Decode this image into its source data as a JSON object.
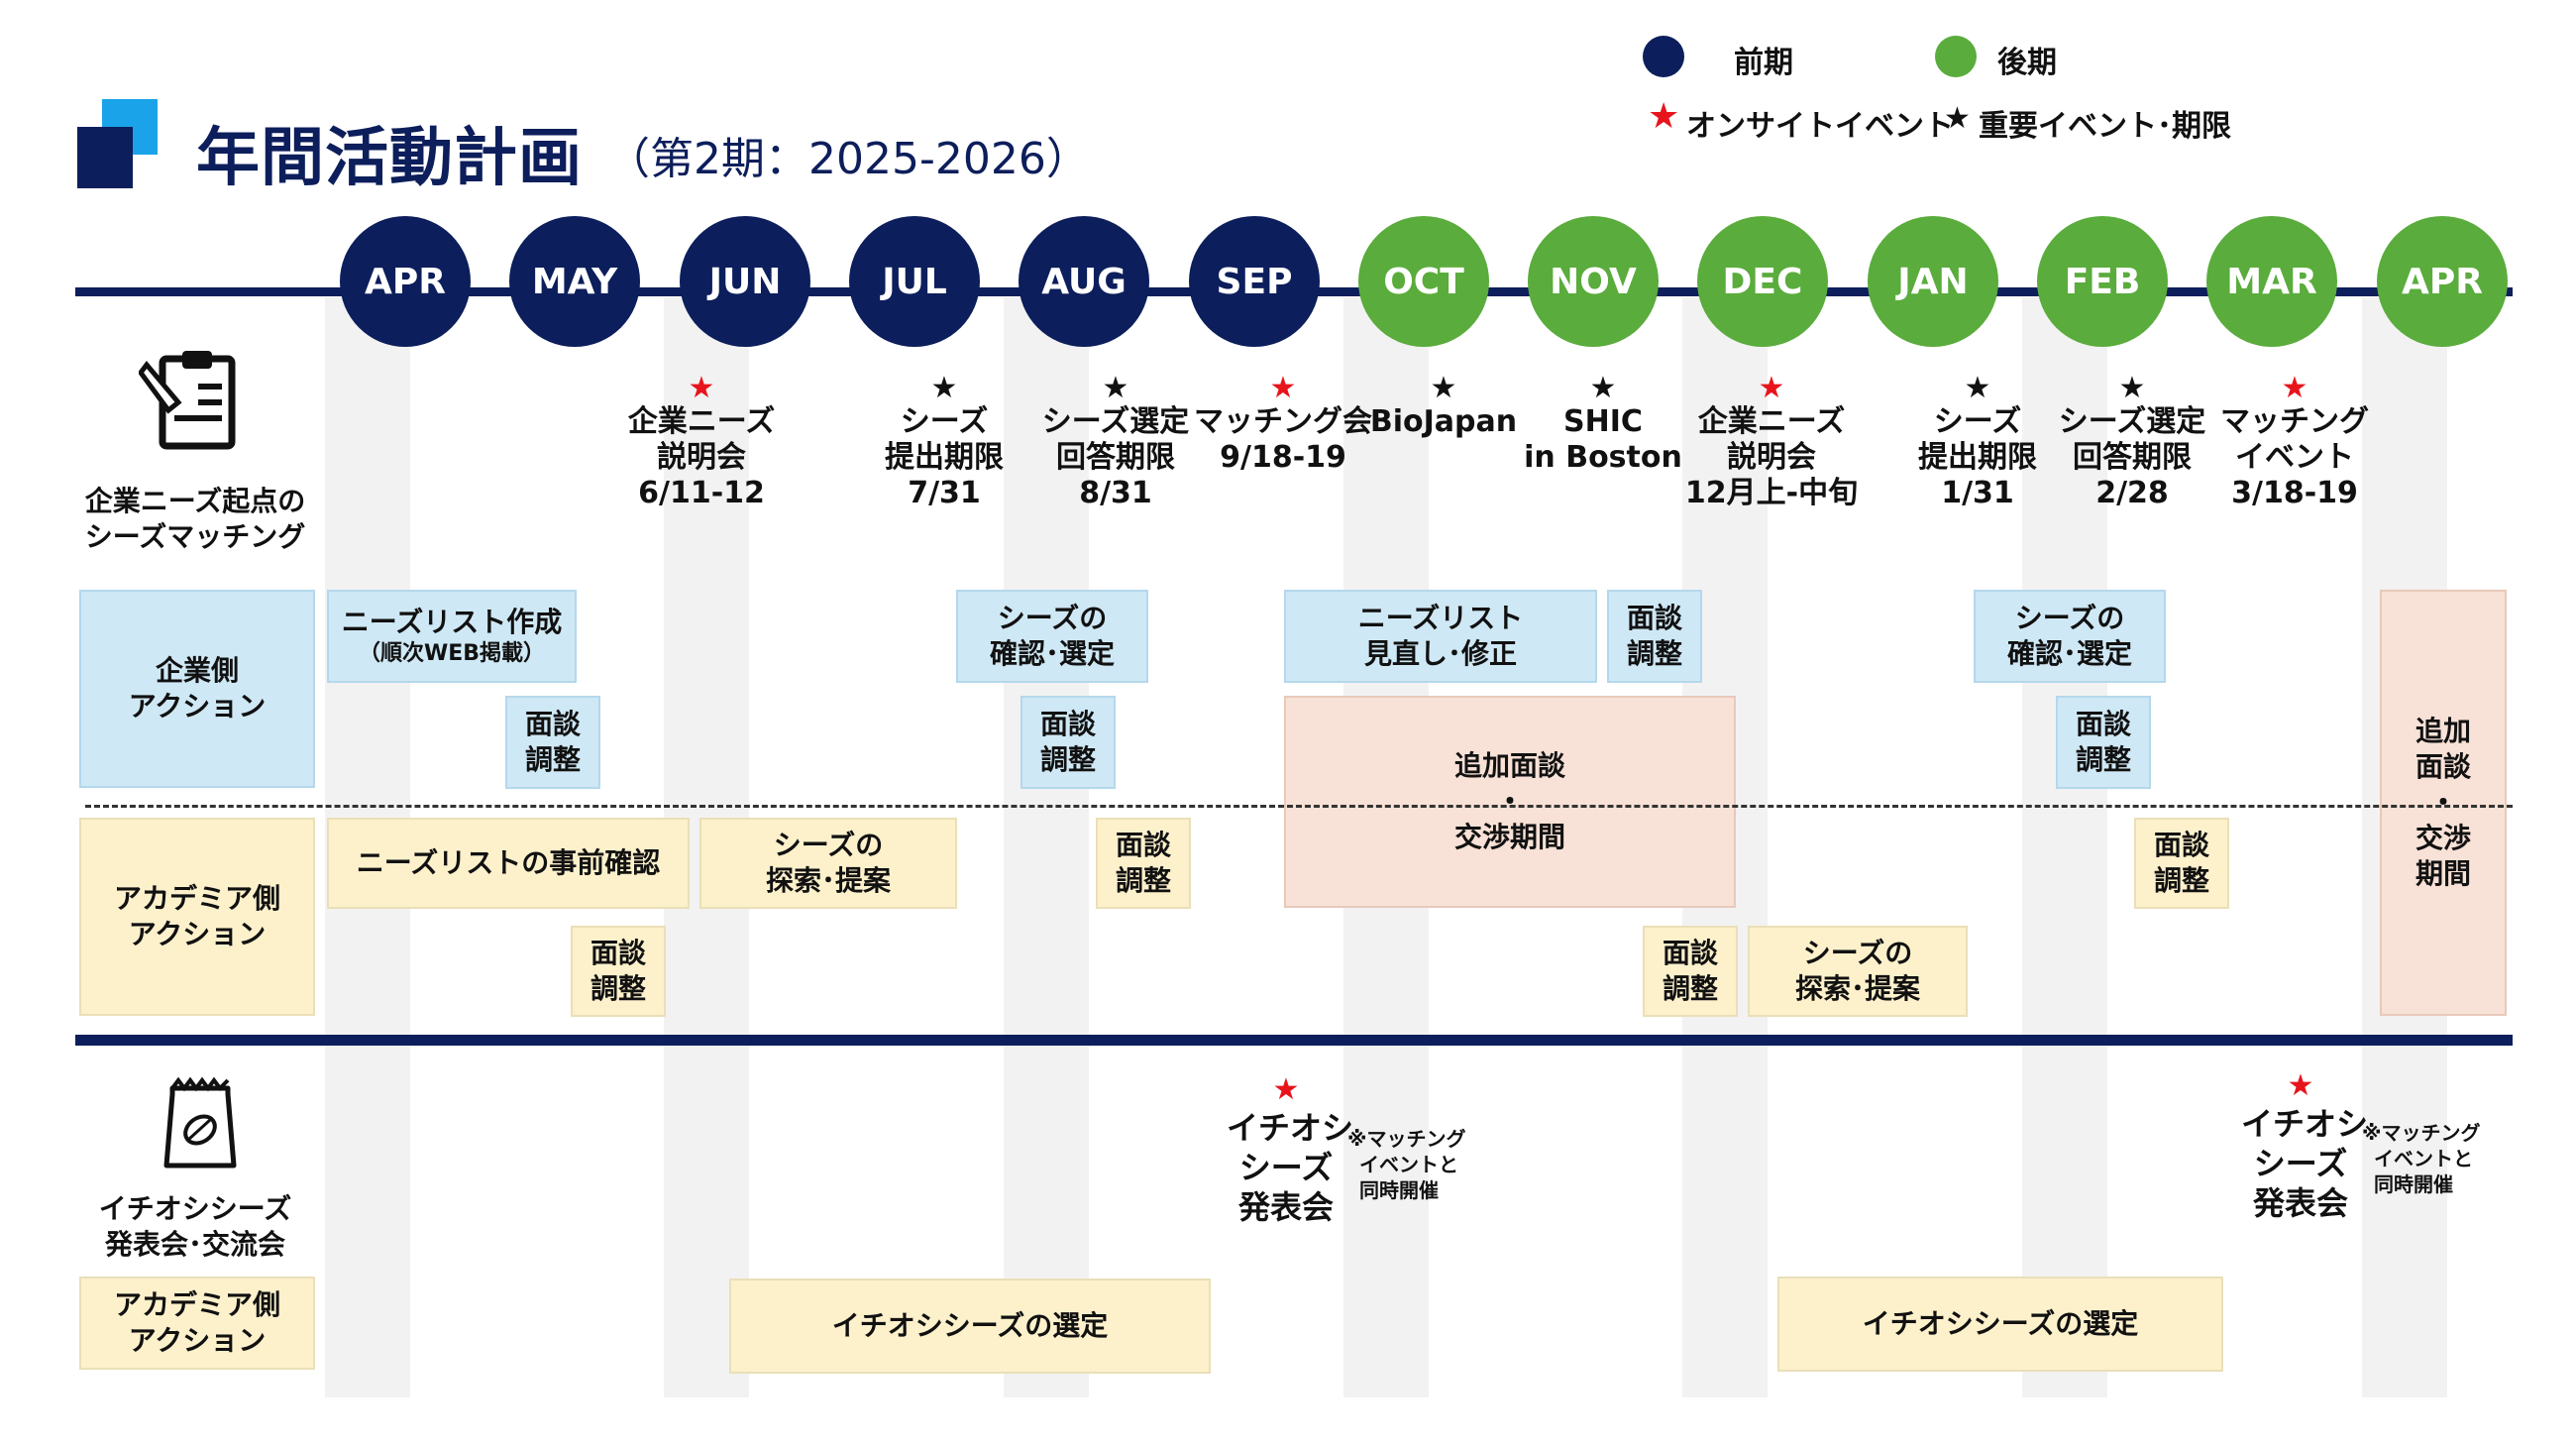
{
  "header": {
    "title": "年間活動計画",
    "subtitle": "（第2期：2025-2026）"
  },
  "legend": {
    "first_half": "前期",
    "second_half": "後期",
    "first_half_color": "#0c1e5b",
    "second_half_color": "#5aac3c",
    "onsite_event": "オンサイトイベント",
    "key_event": "重要イベント･期限",
    "onsite_star_color": "#e8141c"
  },
  "months": [
    "APR",
    "MAY",
    "JUN",
    "JUL",
    "AUG",
    "SEP",
    "OCT",
    "NOV",
    "DEC",
    "JAN",
    "FEB",
    "MAR",
    "APR"
  ],
  "events": [
    {
      "star": "red",
      "lines": [
        "企業ニーズ",
        "説明会",
        "6/11-12"
      ]
    },
    {
      "star": "black",
      "lines": [
        "シーズ",
        "提出期限",
        "7/31"
      ]
    },
    {
      "star": "black",
      "lines": [
        "シーズ選定",
        "回答期限",
        "8/31"
      ]
    },
    {
      "star": "red",
      "lines": [
        "マッチング会",
        "9/18-19"
      ]
    },
    {
      "star": "black",
      "lines": [
        "BioJapan"
      ]
    },
    {
      "star": "black",
      "lines": [
        "SHIC",
        "in Boston"
      ]
    },
    {
      "star": "red",
      "lines": [
        "企業ニーズ",
        "説明会",
        "12月上-中旬"
      ]
    },
    {
      "star": "black",
      "lines": [
        "シーズ",
        "提出期限",
        "1/31"
      ]
    },
    {
      "star": "black",
      "lines": [
        "シーズ選定",
        "回答期限",
        "2/28"
      ]
    },
    {
      "star": "red",
      "lines": [
        "マッチング",
        "イベント",
        "3/18-19"
      ]
    }
  ],
  "section1": {
    "label": [
      "企業ニーズ起点の",
      "シーズマッチング"
    ],
    "icon": "clipboard-pen-icon",
    "company_label": [
      "企業側",
      "アクション"
    ],
    "academia_label": [
      "アカデミア側",
      "アクション"
    ]
  },
  "company_actions": [
    {
      "lines": [
        "ニーズリスト作成"
      ],
      "small": "（順次WEB掲載）"
    },
    {
      "lines": [
        "面談",
        "調整"
      ]
    },
    {
      "lines": [
        "シーズの",
        "確認･選定"
      ]
    },
    {
      "lines": [
        "面談",
        "調整"
      ]
    },
    {
      "lines": [
        "ニーズリスト",
        "見直し･修正"
      ]
    },
    {
      "lines": [
        "面談",
        "調整"
      ]
    },
    {
      "lines": [
        "シーズの",
        "確認･選定"
      ]
    },
    {
      "lines": [
        "面談",
        "調整"
      ]
    }
  ],
  "negotiation": {
    "main": [
      "追加面談",
      "・",
      "交渉期間"
    ],
    "end": [
      "追加",
      "面談",
      "・",
      "交渉",
      "期間"
    ]
  },
  "academia_actions": [
    {
      "lines": [
        "ニーズリストの事前確認"
      ]
    },
    {
      "lines": [
        "面談",
        "調整"
      ]
    },
    {
      "lines": [
        "シーズの",
        "探索･提案"
      ]
    },
    {
      "lines": [
        "面談",
        "調整"
      ]
    },
    {
      "lines": [
        "面談",
        "調整"
      ]
    },
    {
      "lines": [
        "シーズの",
        "探索･提案"
      ]
    },
    {
      "lines": [
        "面談",
        "調整"
      ]
    }
  ],
  "section2": {
    "label": [
      "イチオシシーズ",
      "発表会･交流会"
    ],
    "icon": "seed-bag-icon",
    "academia_label": [
      "アカデミア側",
      "アクション"
    ],
    "event1": [
      "イチオシ",
      "シーズ",
      "発表会"
    ],
    "event2": [
      "イチオシ",
      "シーズ",
      "発表会"
    ],
    "note1": [
      "※マッチング",
      "イベントと",
      "同時開催"
    ],
    "note2": [
      "※マッチング",
      "イベントと",
      "同時開催"
    ],
    "select1": "イチオシシーズの選定",
    "select2": "イチオシシーズの選定"
  }
}
